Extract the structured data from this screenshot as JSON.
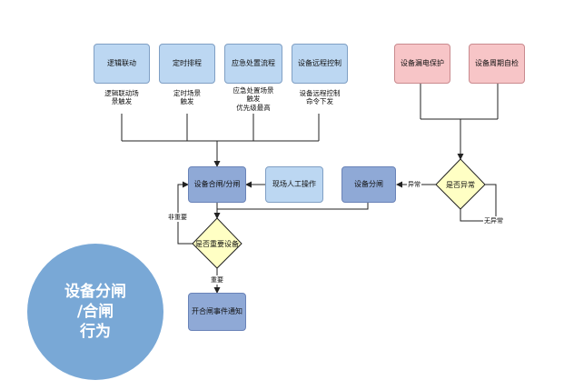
{
  "top_boxes": [
    {
      "label": "逻辑联动",
      "note": "逻辑联动场\n景触发"
    },
    {
      "label": "定时排程",
      "note": "定时场景\n触发"
    },
    {
      "label": "应急处置流程",
      "note": "应急处置场景\n触发\n优先级最高"
    },
    {
      "label": "设备远程控制",
      "note": "设备远程控制\n命令下发"
    }
  ],
  "alarm_boxes": [
    {
      "label": "设备漏电保护"
    },
    {
      "label": "设备周期自检"
    }
  ],
  "decision_abnormal": {
    "label": "是否异常",
    "yes_label": "异常",
    "no_label": "无异常"
  },
  "device_open": {
    "label": "设备分闸"
  },
  "manual": {
    "label": "现场人工操作"
  },
  "switch_op": {
    "label": "设备合闸/分闸"
  },
  "decision_important": {
    "label": "是否重要设备",
    "yes_label": "重要",
    "no_label": "非重要"
  },
  "notify": {
    "label": "开合闸事件通知"
  },
  "badge": {
    "text": "设备分闸\n/合闸\n行为"
  },
  "colors": {
    "blue_light": "#bcd7f2",
    "blue_mid": "#8fa9d6",
    "pink": "#f7c5c7",
    "decision": "#ffffc4",
    "badge": "#79a8d6"
  }
}
